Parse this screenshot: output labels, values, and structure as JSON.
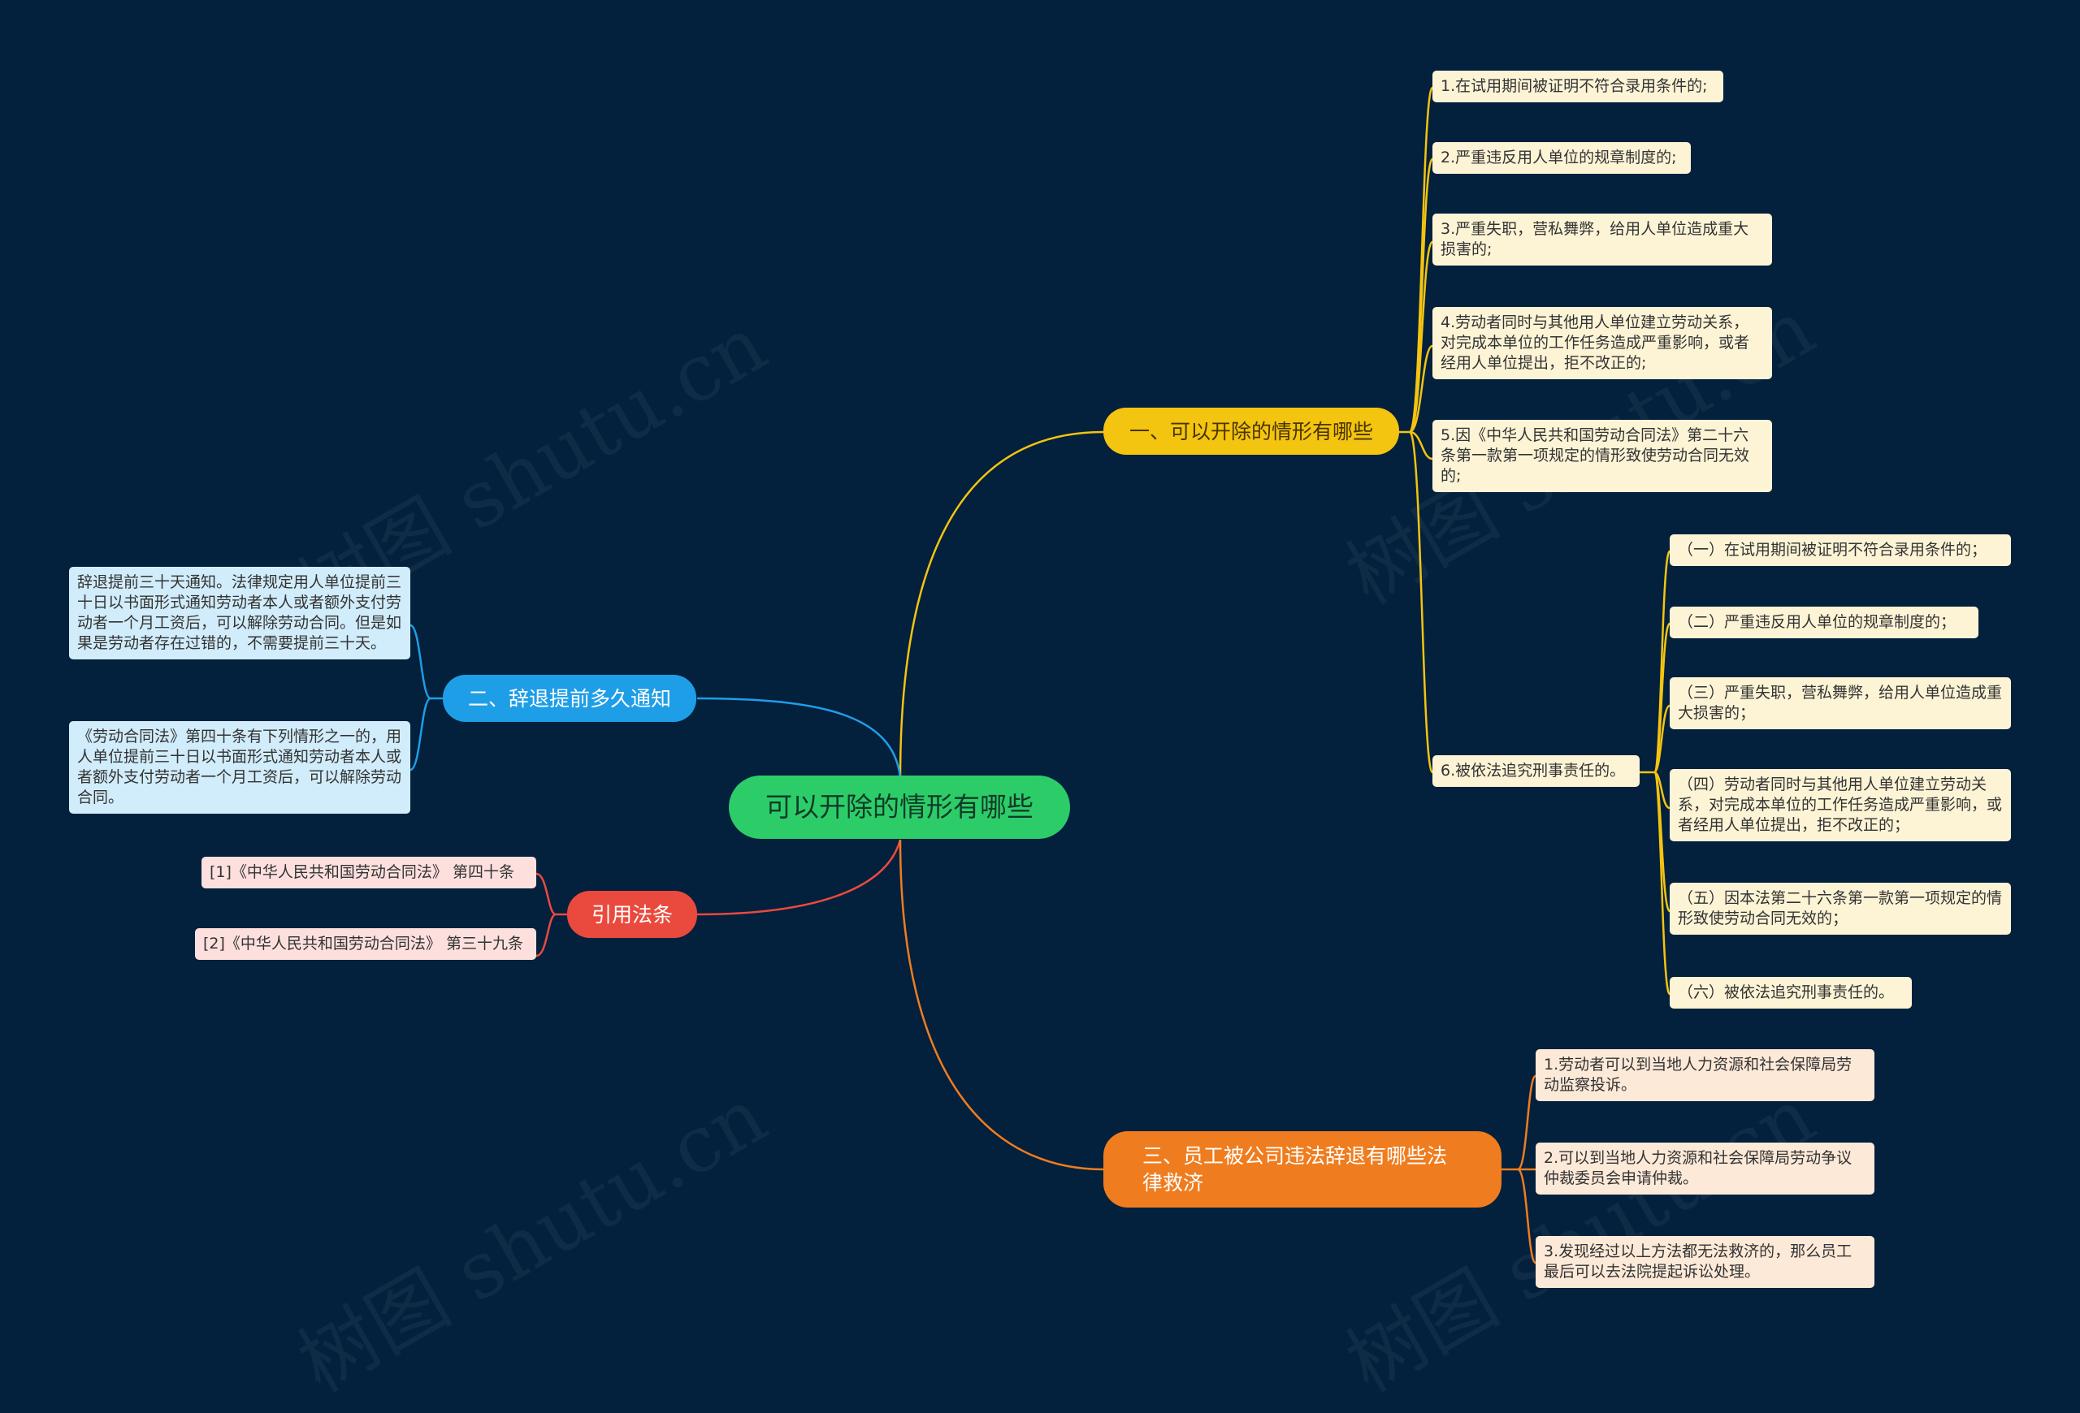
{
  "watermark": "树图 shutu.cn",
  "root": {
    "label": "可以开除的情形有哪些"
  },
  "branch1": {
    "label": "一、可以开除的情形有哪些",
    "items": [
      "1.在试用期间被证明不符合录用条件的;",
      "2.严重违反用人单位的规章制度的;",
      "3.严重失职，营私舞弊，给用人单位造成重大损害的;",
      "4.劳动者同时与其他用人单位建立劳动关系，对完成本单位的工作任务造成严重影响，或者经用人单位提出，拒不改正的;",
      "5.因《中华人民共和国劳动合同法》第二十六条第一款第一项规定的情形致使劳动合同无效的;",
      "6.被依法追究刑事责任的。"
    ],
    "sub_items": [
      "（一）在试用期间被证明不符合录用条件的；",
      "（二）严重违反用人单位的规章制度的；",
      "（三）严重失职，营私舞弊，给用人单位造成重大损害的；",
      "（四）劳动者同时与其他用人单位建立劳动关系，对完成本单位的工作任务造成严重影响，或者经用人单位提出，拒不改正的；",
      "（五）因本法第二十六条第一款第一项规定的情形致使劳动合同无效的；",
      "（六）被依法追究刑事责任的。"
    ]
  },
  "branch2": {
    "label": "二、辞退提前多久通知",
    "items": [
      "辞退提前三十天通知。法律规定用人单位提前三十日以书面形式通知劳动者本人或者额外支付劳动者一个月工资后，可以解除劳动合同。但是如果是劳动者存在过错的，不需要提前三十天。",
      "《劳动合同法》第四十条有下列情形之一的，用人单位提前三十日以书面形式通知劳动者本人或者额外支付劳动者一个月工资后，可以解除劳动合同。"
    ]
  },
  "branch3": {
    "label": "引用法条",
    "items": [
      "[1]《中华人民共和国劳动合同法》 第四十条",
      "[2]《中华人民共和国劳动合同法》 第三十九条"
    ]
  },
  "branch4": {
    "label": "三、员工被公司违法辞退有哪些法律救济",
    "items": [
      "1.劳动者可以到当地人力资源和社会保障局劳动监察投诉。",
      "2.可以到当地人力资源和社会保障局劳动争议仲裁委员会申请仲裁。",
      "3.发现经过以上方法都无法救济的，那么员工最后可以去法院提起诉讼处理。"
    ]
  },
  "colors": {
    "background": "#03203d",
    "root": "#2ccd69",
    "branch1": "#f3c410",
    "branch2": "#1e9ee7",
    "branch3": "#ea4a3e",
    "branch4": "#ef7d1f"
  }
}
